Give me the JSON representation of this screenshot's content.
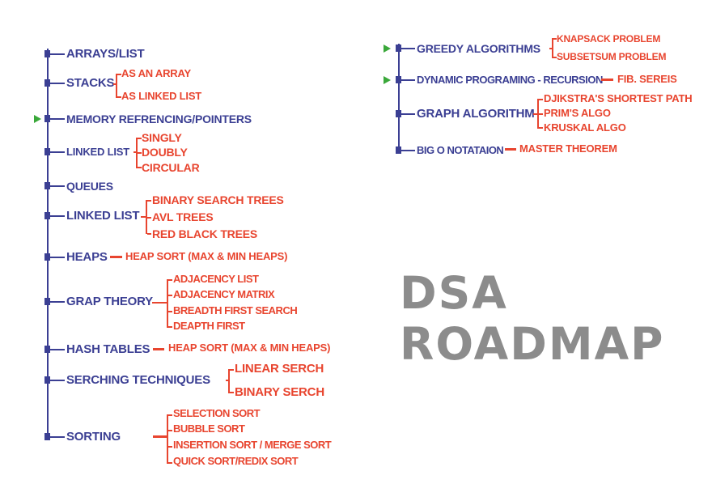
{
  "title": {
    "line1": "DSA",
    "line2": "ROADMAP"
  },
  "colors": {
    "topic": "#3b3f93",
    "subtopic": "#e8452f",
    "marker": "#3aa83a",
    "title": "#8c8c8c"
  },
  "left": [
    {
      "label": "ARRAYS/LIST",
      "children": []
    },
    {
      "label": "STACKS",
      "children": [
        "AS AN ARRAY",
        "AS LINKED LIST"
      ]
    },
    {
      "label": "MEMORY REFRENCING/POINTERS",
      "children": []
    },
    {
      "label": "LINKED LIST",
      "children": [
        "SINGLY",
        "DOUBLY",
        "CIRCULAR"
      ]
    },
    {
      "label": "QUEUES",
      "children": []
    },
    {
      "label": "LINKED LIST",
      "children": [
        "BINARY SEARCH TREES",
        "AVL TREES",
        "RED BLACK TREES"
      ]
    },
    {
      "label": "HEAPS",
      "children": [
        "HEAP SORT (MAX & MIN HEAPS)"
      ]
    },
    {
      "label": "GRAP THEORY",
      "children": [
        "ADJACENCY LIST",
        "ADJACENCY MATRIX",
        "BREADTH FIRST SEARCH",
        "DEAPTH FIRST"
      ]
    },
    {
      "label": "HASH TABLES",
      "children": [
        "HEAP SORT (MAX & MIN HEAPS)"
      ]
    },
    {
      "label": "SERCHING TECHNIQUES",
      "children": [
        "LINEAR SERCH",
        "BINARY SERCH"
      ]
    },
    {
      "label": "SORTING",
      "children": [
        "SELECTION SORT",
        "BUBBLE SORT",
        "INSERTION SORT / MERGE SORT",
        "QUICK SORT/REDIX SORT"
      ]
    }
  ],
  "right": [
    {
      "label": "GREEDY ALGORITHMS",
      "children": [
        "KNAPSACK PROBLEM",
        "SUBSETSUM PROBLEM"
      ]
    },
    {
      "label": "DYNAMIC PROGRAMING - RECURSION",
      "children": [
        "FIB. SEREIS"
      ]
    },
    {
      "label": "GRAPH ALGORITHM",
      "children": [
        "DJIKSTRA'S SHORTEST PATH",
        "PRIM'S ALGO",
        "KRUSKAL ALGO"
      ]
    },
    {
      "label": "BIG O NOTATAION",
      "children": [
        "MASTER THEOREM"
      ]
    }
  ]
}
